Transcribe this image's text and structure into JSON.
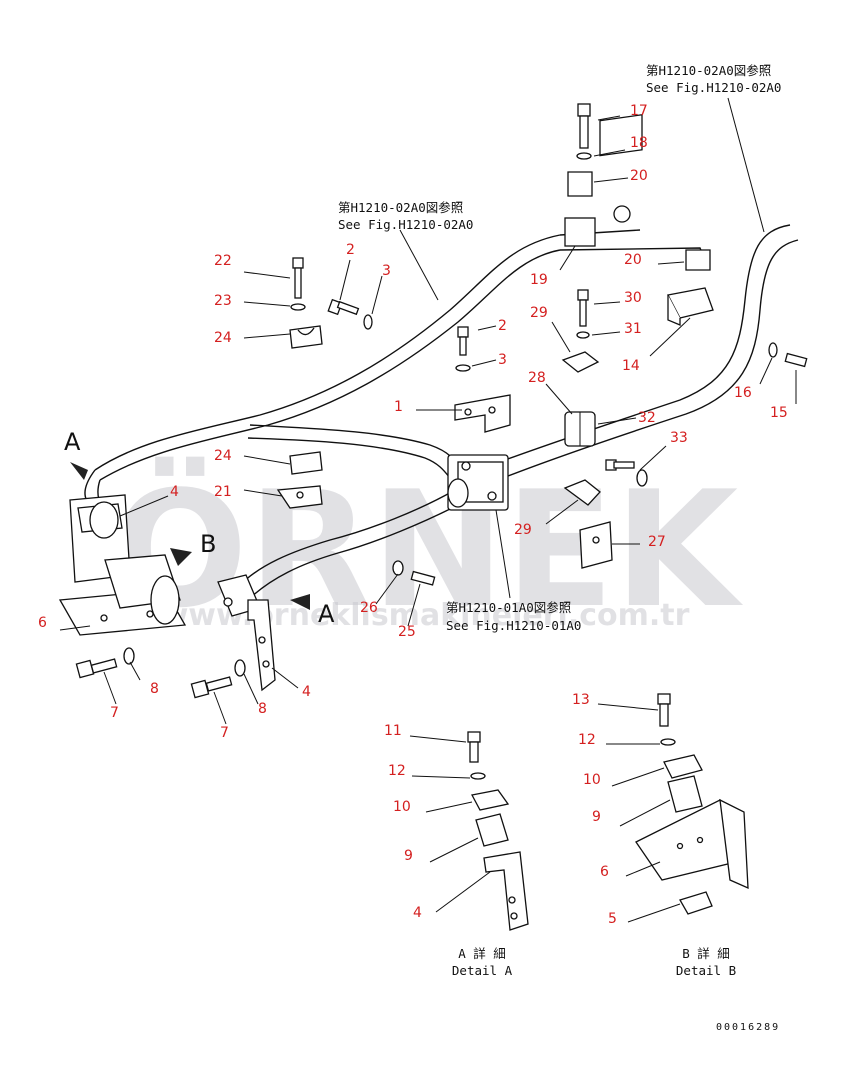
{
  "references": [
    {
      "id": "ref-top-right",
      "jp": "第H1210-02A0図参照",
      "en": "See Fig.H1210-02A0"
    },
    {
      "id": "ref-top-mid",
      "jp": "第H1210-02A0図参照",
      "en": "See Fig.H1210-02A0"
    },
    {
      "id": "ref-bottom-mid",
      "jp": "第H1210-01A0図参照",
      "en": "See Fig.H1210-01A0"
    }
  ],
  "view_labels": {
    "a": "A",
    "b": "B"
  },
  "details": [
    {
      "id": "detail-a",
      "jp": "A 詳 細",
      "en": "Detail A"
    },
    {
      "id": "detail-b",
      "jp": "B 詳 細",
      "en": "Detail B"
    }
  ],
  "callouts": [
    "17",
    "18",
    "20",
    "19",
    "20",
    "22",
    "23",
    "24",
    "2",
    "3",
    "30",
    "31",
    "14",
    "16",
    "15",
    "2",
    "3",
    "29",
    "1",
    "28",
    "32",
    "33",
    "24",
    "21",
    "4",
    "29",
    "27",
    "26",
    "25",
    "6",
    "8",
    "7",
    "8",
    "7",
    "4",
    "11",
    "12",
    "10",
    "9",
    "4",
    "13",
    "12",
    "10",
    "9",
    "6",
    "5"
  ],
  "watermark": {
    "brand": "ÖRNEK",
    "site": "www.orneklismakineleri.com.tr"
  },
  "drawing_code": "00016289",
  "colors": {
    "callout": "#d42020",
    "line": "#111111",
    "watermark": "#c9c9cf"
  }
}
